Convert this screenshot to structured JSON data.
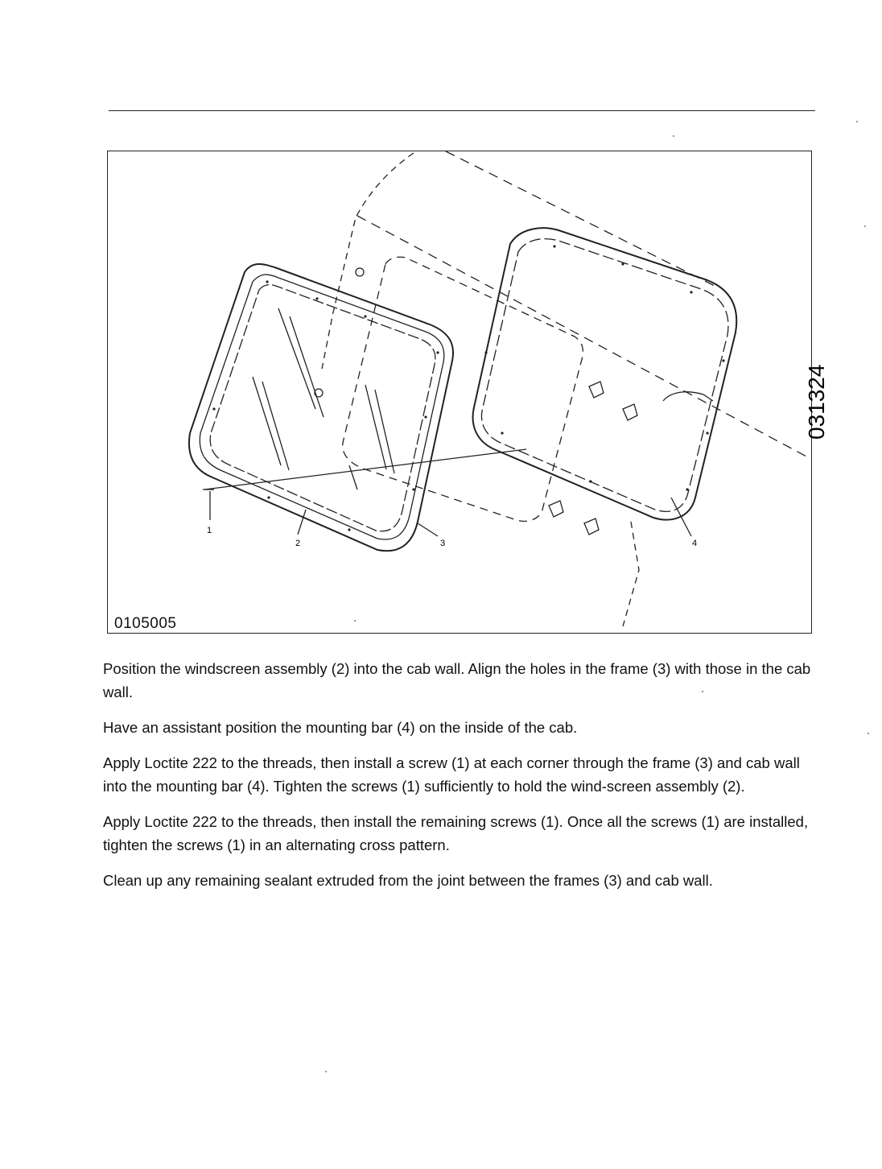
{
  "figure": {
    "id": "0105005",
    "drawing_number": "031324",
    "callouts": [
      "1",
      "2",
      "3",
      "4"
    ]
  },
  "paragraphs": [
    "Position the windscreen assembly (2) into the cab wall. Align the holes in the frame (3) with those in the cab wall.",
    "Have an assistant position the mounting bar (4) on the inside of the cab.",
    "Apply Loctite 222 to the threads, then install a screw (1) at each corner through the frame (3) and cab wall into the mounting bar (4). Tighten the screws (1) sufficiently to hold the wind-screen assembly (2).",
    "Apply Loctite 222 to the threads, then install the remaining screws (1). Once all the screws (1) are installed, tighten the screws (1) in an alternating cross pattern.",
    "Clean up any remaining sealant extruded from the joint between the frames (3) and cab wall."
  ]
}
